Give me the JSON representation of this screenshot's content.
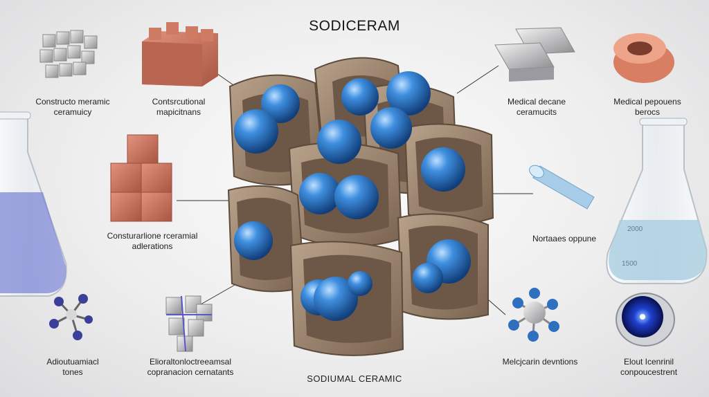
{
  "title": "SODICERAM",
  "caption": "SODIUMAL CERAMIC",
  "labels": {
    "top_left_1": [
      "Constructo meramic",
      "ceramuicy"
    ],
    "top_left_2": [
      "Contsrcutional",
      "mapicitnans"
    ],
    "mid_left": [
      "Consturarlione rceramial",
      "adlerations"
    ],
    "bottom_left_1": [
      "Adioutuamiacl",
      "tones"
    ],
    "bottom_left_2": [
      "Elioraltonloctreeamsal",
      "copranacion cernatants"
    ],
    "top_right_1": [
      "Medical decane",
      "ceramucits"
    ],
    "top_right_2": [
      "Medical pepouens",
      "berocs"
    ],
    "mid_right": [
      "Nortaaes oppune"
    ],
    "bottom_right_1": [
      "Melcjcarin devntions"
    ],
    "bottom_right_2": [
      "Elout Icenrinil",
      "conpoucestrent"
    ]
  },
  "flask_left": {
    "liquid_color": "#7f88d6"
  },
  "flask_right": {
    "marks": [
      "2000",
      "1500"
    ],
    "liquid_color": "#a9cde0"
  },
  "colors": {
    "stone": "#a38b74",
    "stone_dark": "#6e5a48",
    "sphere": "#2f7fd0",
    "brick": "#c86a55"
  }
}
